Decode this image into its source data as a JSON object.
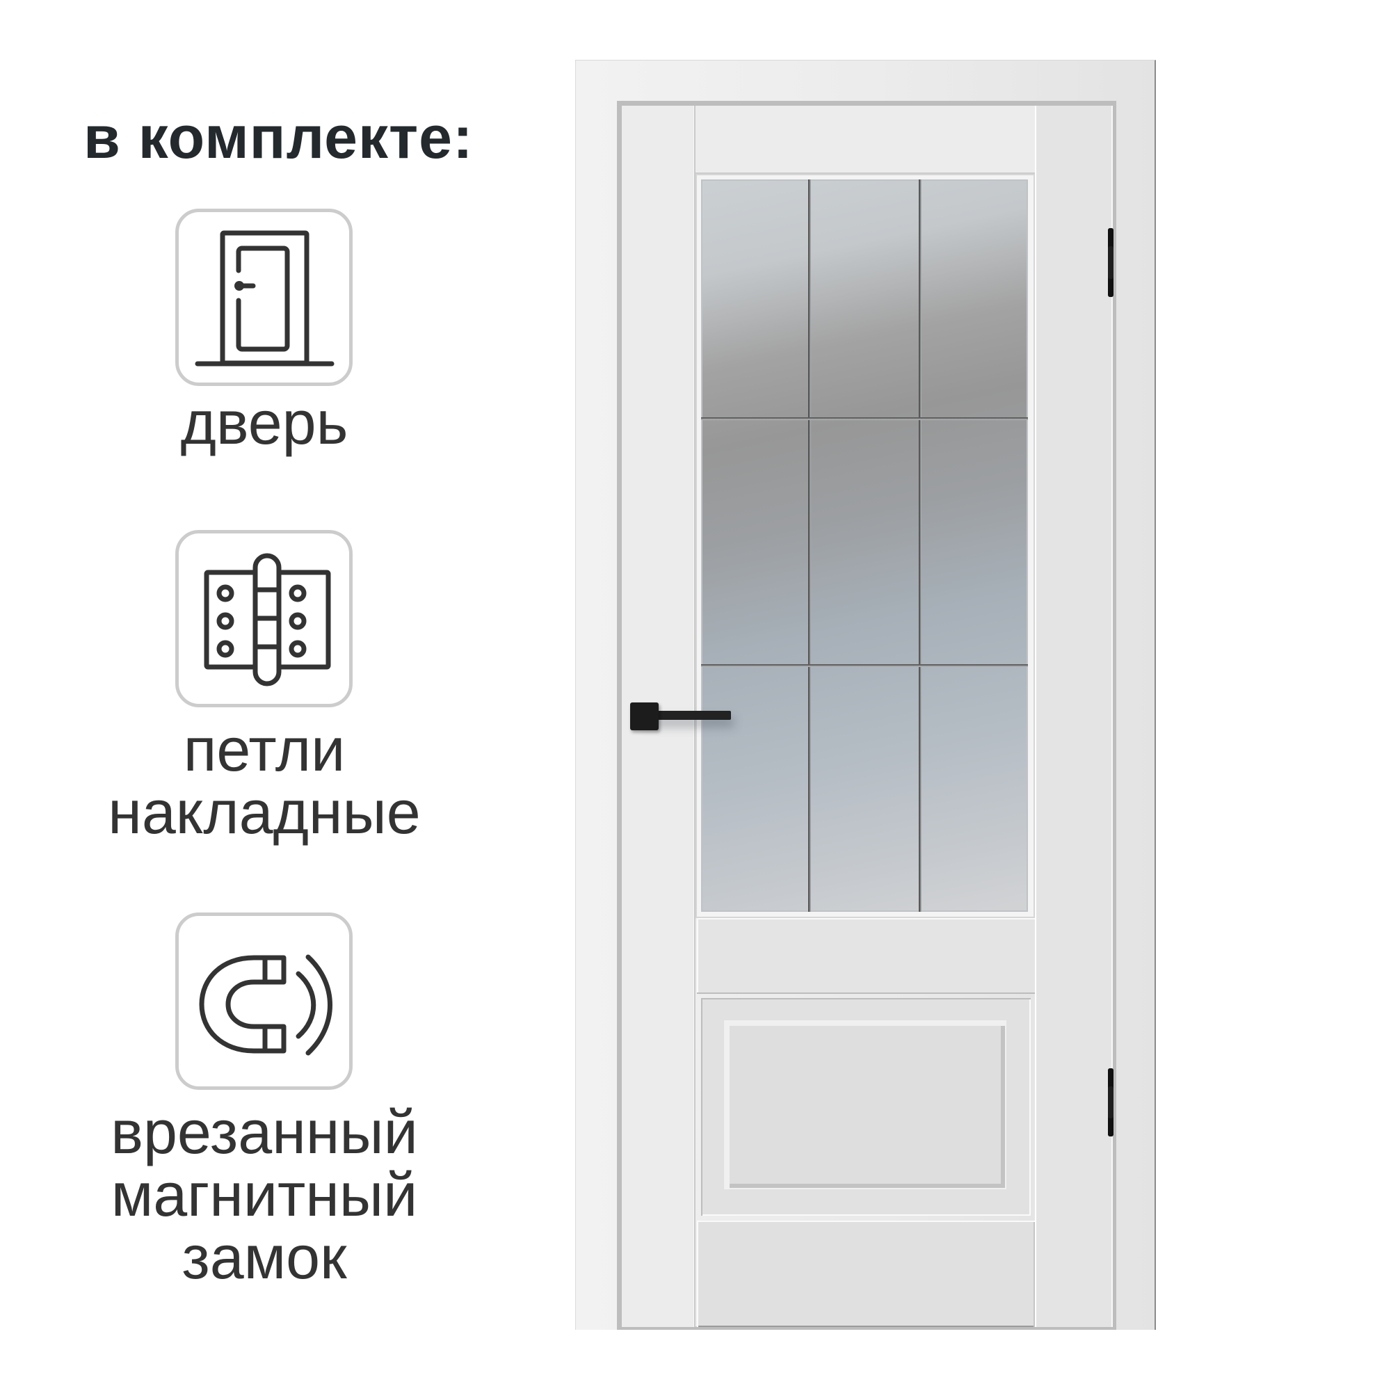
{
  "header": {
    "title": "в комплекте:"
  },
  "included_items": [
    {
      "icon": "door-icon",
      "label_lines": [
        "дверь"
      ]
    },
    {
      "icon": "hinge-icon",
      "label_lines": [
        "петли",
        "накладные"
      ]
    },
    {
      "icon": "magnet-icon",
      "label_lines": [
        "врезанный",
        "магнитный",
        "замок"
      ]
    }
  ],
  "product": {
    "name": "door-with-glazing",
    "color": "#ebebeb",
    "glass_panes": {
      "columns": 3,
      "rows": 3
    },
    "handle_color": "#1c1c1c",
    "hinge_count": 2
  },
  "colors": {
    "title_text": "#23292c",
    "label_text": "#333333",
    "icon_stroke": "#333333",
    "icon_box_border": "#cccccc",
    "background": "#ffffff"
  }
}
